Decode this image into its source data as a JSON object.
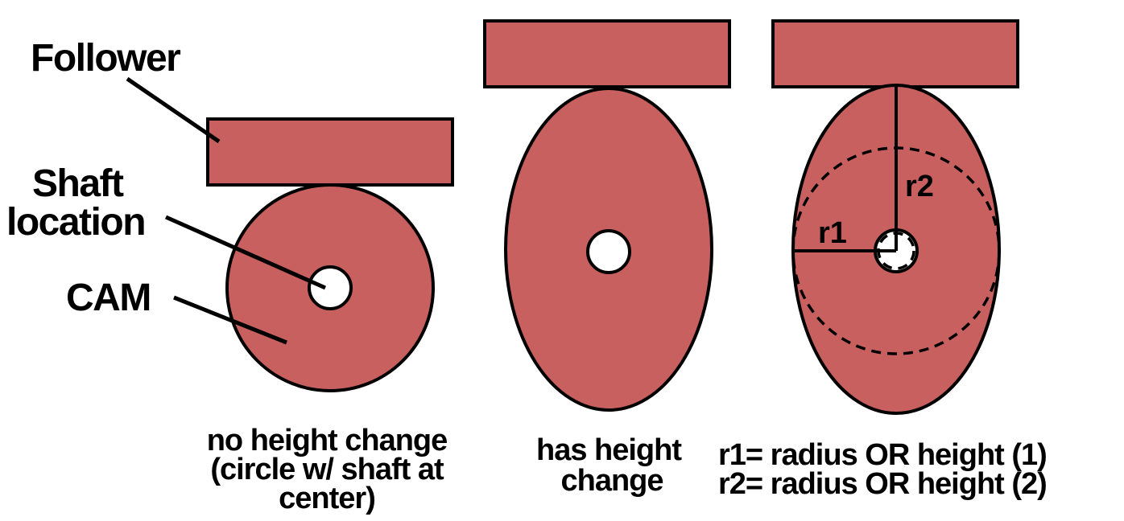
{
  "labels": {
    "follower": "Follower",
    "shaft_line1": "Shaft",
    "shaft_line2": "location",
    "cam": "CAM",
    "r1": "r1",
    "r2": "r2"
  },
  "captions": {
    "circle": [
      "no height change",
      "(circle w/ shaft at",
      "center)"
    ],
    "ellipse": [
      "has height",
      "change"
    ],
    "radii": [
      "r1= radius OR height (1)",
      "r2= radius OR height (2)"
    ]
  },
  "colors": {
    "cam_fill": "#c96060",
    "stroke": "#000000",
    "background": "#ffffff"
  }
}
